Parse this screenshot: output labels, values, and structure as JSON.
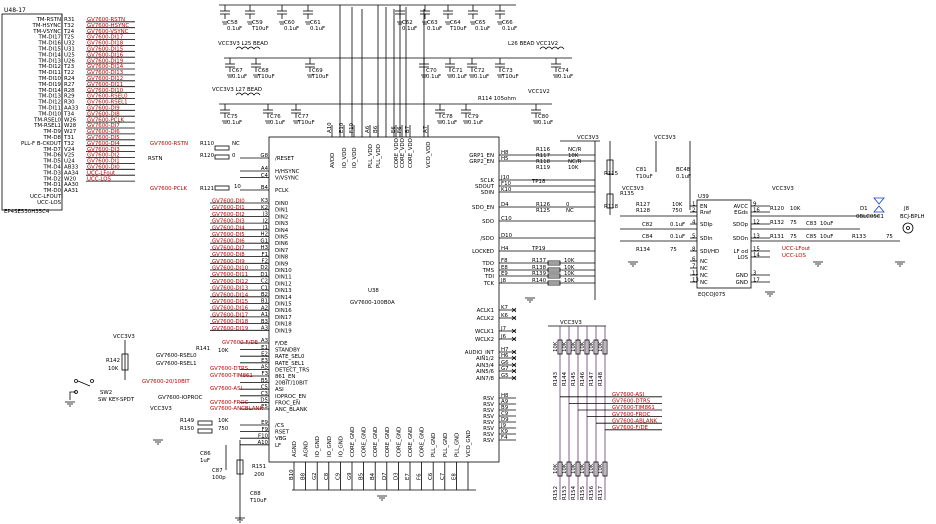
{
  "colors": {
    "wire": "#000000",
    "label_red": "#c00000",
    "net_green": "#4a8a3a",
    "bus_purple": "#6b3a6b",
    "diode_blue": "#1040c0"
  },
  "connector": {
    "name": "U48-17",
    "part": "EP4SE530H35C4",
    "left_pins": [
      "TM-RSTN",
      "TM-HSYNC",
      "TM-VSYNC",
      "TM-DI17",
      "TM-DI16",
      "TM-DI15",
      "TM-DI14",
      "TM-DI13",
      "TM-DI12",
      "TM-DI11",
      "TM-DI10",
      "TM-DI19",
      "TM-DI14",
      "TM-DI13",
      "TM-DI12",
      "TM-DI11",
      "TM-DI10",
      "TM-RSEL0",
      "TM-RSEL1",
      "TM-D9",
      "TM-D8",
      "PLL-F B-CKOUT",
      "TM-D7",
      "TM-D6",
      "TM-D5",
      "TM-D4",
      "TM-D3",
      "TM-D2",
      "TM-D1",
      "TM-D0",
      "UCC-LFOUT",
      "UCC-LOS"
    ],
    "balls": [
      "R31",
      "T32",
      "T24",
      "T25",
      "U32",
      "U31",
      "U25",
      "U26",
      "T23",
      "T22",
      "R24",
      "R27",
      "R28",
      "R29",
      "R30",
      "AA33",
      "T34",
      "W26",
      "W28",
      "W27",
      "T31",
      "T32",
      "V24",
      "V25",
      "U24",
      "AB33",
      "AA34",
      "W20",
      "AA30",
      "AA31"
    ],
    "nets": [
      "GV7600-RSTN",
      "GV7600-HSYNC",
      "GV7600-VSYNC",
      "GV7600-DI17",
      "GV7600-DI18",
      "GV7600-DI15",
      "GV7600-DI16",
      "GV7600-DI19",
      "GV7600-DI14",
      "GV7600-DI13",
      "GV7600-DI12",
      "GV7600-DI11",
      "GV7600-DI10",
      "GV7600-RSEL0",
      "GV7600-RSEL1",
      "GV7600-DI9",
      "GV7600-DI8",
      "GV7600-PCLK",
      "GV7600-DI7",
      "GV7600-DI6",
      "GV7600-DI5",
      "GV7600-DI4",
      "GV7600-DI3",
      "GV7600-DI2",
      "GV7600-DI1",
      "GV7600-DI0",
      "UCC-LFout",
      "UCC-LOS"
    ]
  },
  "caps_top": [
    {
      "ref": "C58",
      "val": "0.1uF"
    },
    {
      "ref": "C59",
      "val": "T10uF"
    },
    {
      "ref": "C60",
      "val": "0.1uF"
    },
    {
      "ref": "C61",
      "val": "0.1uF"
    },
    {
      "ref": "C62",
      "val": "0.1uF"
    },
    {
      "ref": "C63",
      "val": "0.1uF"
    },
    {
      "ref": "C64",
      "val": "T10uF"
    },
    {
      "ref": "C65",
      "val": "0.1uF"
    },
    {
      "ref": "C66",
      "val": "0.1uF"
    }
  ],
  "caps_mid": [
    {
      "ref": "C67",
      "val": "0.1uF"
    },
    {
      "ref": "C68",
      "val": "T10uF"
    },
    {
      "ref": "C69",
      "val": "T10uF"
    },
    {
      "ref": "C70",
      "val": "0.1uF"
    },
    {
      "ref": "C71",
      "val": "0.1uF"
    },
    {
      "ref": "C72",
      "val": "0.1uF"
    },
    {
      "ref": "C73",
      "val": "T10uF"
    },
    {
      "ref": "C74",
      "val": "0.1uF"
    }
  ],
  "caps_low": [
    {
      "ref": "C75",
      "val": "0.1uF"
    },
    {
      "ref": "C76",
      "val": "0.1uF"
    },
    {
      "ref": "C77",
      "val": "T10uF"
    },
    {
      "ref": "C78",
      "val": "0.1uF"
    },
    {
      "ref": "C79",
      "val": "0.1uF"
    },
    {
      "ref": "C80",
      "val": "0.1uF"
    }
  ],
  "beads": [
    "VCC3V3 L25 BEAD",
    "VCC3V3 L27 BEAD",
    "L26 BEAD VCC1V2"
  ],
  "r_105": "R114 105ohm",
  "vcc1v2": "VCC1V2",
  "ic": {
    "ref": "U38",
    "part": "GV7600-100B0A",
    "top_pins": [
      "A10",
      "E10",
      "F10",
      "A6",
      "B6",
      "E6",
      "F6",
      "B7",
      "A7"
    ],
    "top_names": [
      "AVDD",
      "IO_VDD",
      "IO_VDD",
      "PLL_VDD",
      "PLL_VDD",
      "CORE_VDD",
      "CORE_VDD",
      "CORE_VDD",
      "VCO_VDD"
    ],
    "left": [
      {
        "n": "/RESET",
        "p": "G8"
      },
      {
        "n": "H/HSYNC",
        "p": "A4"
      },
      {
        "n": "V/VSYNC",
        "p": "C4"
      },
      {
        "n": "PCLK",
        "p": "B4"
      },
      {
        "n": "DIN0",
        "p": "K3"
      },
      {
        "n": "DIN1",
        "p": "K2"
      },
      {
        "n": "DIN2",
        "p": "J3"
      },
      {
        "n": "DIN3",
        "p": "J2"
      },
      {
        "n": "DIN4",
        "p": "J1"
      },
      {
        "n": "DIN5",
        "p": "H2"
      },
      {
        "n": "DIN6",
        "p": "G1"
      },
      {
        "n": "DIN7",
        "p": "H3"
      },
      {
        "n": "DIN8",
        "p": "F1"
      },
      {
        "n": "DIN9",
        "p": "F2"
      },
      {
        "n": "DIN10",
        "p": "D2"
      },
      {
        "n": "DIN11",
        "p": "D1"
      },
      {
        "n": "DIN12",
        "p": "C2"
      },
      {
        "n": "DIN13",
        "p": "C1"
      },
      {
        "n": "DIN14",
        "p": "B2"
      },
      {
        "n": "DIN15",
        "p": "B1"
      },
      {
        "n": "DIN16",
        "p": "A2"
      },
      {
        "n": "DIN17",
        "p": "A1"
      },
      {
        "n": "DIN18",
        "p": "B3"
      },
      {
        "n": "DIN19",
        "p": "A3"
      },
      {
        "n": "F/DE",
        "p": "A3"
      },
      {
        "n": "STANDBY",
        "p": "E1"
      },
      {
        "n": "RATE_SEL0",
        "p": "E2"
      },
      {
        "n": "RATE_SEL1",
        "p": "E3"
      },
      {
        "n": "DETECT_TRS",
        "p": "A5"
      },
      {
        "n": "861_EN",
        "p": "F3"
      },
      {
        "n": "20BIT/10BIT",
        "p": "B5"
      },
      {
        "n": "ASI",
        "p": "C5"
      },
      {
        "n": "IOPROC_EN",
        "p": "C3"
      },
      {
        "n": "FROC_EN",
        "p": "D5"
      },
      {
        "n": "ANC_BLANK",
        "p": "E5"
      },
      {
        "n": "/CS",
        "p": "E9"
      },
      {
        "n": "RSET",
        "p": "F9"
      },
      {
        "n": "VBG",
        "p": "F10"
      },
      {
        "n": "LF",
        "p": "A10"
      }
    ],
    "right": [
      {
        "n": "GRP1_EN",
        "p": "H8"
      },
      {
        "n": "GRP2_EN",
        "p": "H5"
      },
      {
        "n": "SCLK",
        "p": "J10"
      },
      {
        "n": "SDOUT",
        "p": "F10"
      },
      {
        "n": "SDIN",
        "p": "K10"
      },
      {
        "n": "SDO_EN",
        "p": "D4"
      },
      {
        "n": "SDO",
        "p": "C10"
      },
      {
        "n": "/SDO",
        "p": "D10"
      },
      {
        "n": "LOCKED",
        "p": "H4"
      },
      {
        "n": "TDO",
        "p": "F8"
      },
      {
        "n": "TMS",
        "p": "E8"
      },
      {
        "n": "TDI",
        "p": "E9"
      },
      {
        "n": "TCK",
        "p": "J8"
      },
      {
        "n": "ACLK1",
        "p": "K7"
      },
      {
        "n": "ACLK2",
        "p": "K6"
      },
      {
        "n": "WCLK1",
        "p": "J7"
      },
      {
        "n": "WCLK2",
        "p": "J6"
      },
      {
        "n": "AUDIO_INT",
        "p": "H7"
      },
      {
        "n": "AIN1/2",
        "p": "H6"
      },
      {
        "n": "AIN3/4",
        "p": "G6"
      },
      {
        "n": "AIN5/6",
        "p": "G7"
      },
      {
        "n": "AIN7/8",
        "p": "G5"
      },
      {
        "n": "RSV",
        "p": "H8"
      },
      {
        "n": "RSV",
        "p": "A9"
      },
      {
        "n": "RSV",
        "p": "B9"
      },
      {
        "n": "RSV",
        "p": "C9"
      },
      {
        "n": "RSV",
        "p": "D9"
      },
      {
        "n": "RSV",
        "p": "J9"
      },
      {
        "n": "RSV",
        "p": "K9"
      },
      {
        "n": "RSV",
        "p": "F4"
      }
    ],
    "bottom_names": [
      "AGND",
      "AGND",
      "IO_GND",
      "IO_GND",
      "IO_GND",
      "CORE_GND",
      "CORE_GND",
      "CORE_GND",
      "CORE_GND",
      "CORE_GND",
      "CORE_GND",
      "CORE_GND",
      "PLL_GND",
      "PLL_GND",
      "PLL_GND",
      "VCO_GND"
    ],
    "bottom_pins": [
      "B10",
      "B8",
      "G2",
      "C8",
      "C9",
      "G9",
      "B5",
      "B4",
      "D7",
      "D3",
      "E7",
      "F6",
      "C6",
      "C7",
      "E8"
    ]
  },
  "left_parts": {
    "r110": {
      "ref": "R110",
      "val": "NC",
      "net": "GV7600-RSTN"
    },
    "r120": {
      "ref": "R120",
      "val": "0",
      "net": "RSTN"
    },
    "r121": {
      "ref": "R121",
      "val": "10",
      "net": "GV7600-PCLK"
    },
    "din_nets": [
      "GV7600-DI0",
      "GV7600-DI1",
      "GV7600-DI2",
      "GV7600-DI3",
      "GV7600-DI4",
      "GV7600-DI5",
      "GV7600-DI6",
      "GV7600-DI7",
      "GV7600-DI8",
      "GV7600-DI9",
      "GV7600-DI10",
      "GV7600-DI11",
      "GV7600-DI12",
      "GV7600-DI13",
      "GV7600-DI14",
      "GV7600-DI15",
      "GV7600-DI16",
      "GV7600-DI17",
      "GV7600-DI18",
      "GV7600-DI19"
    ],
    "fde": "GV7600-F/DE",
    "r141": {
      "ref": "R141",
      "val": "10K"
    },
    "r142": {
      "ref": "R142",
      "val": "10K"
    },
    "rsel0": "GV7600-RSEL0",
    "rsel1": "GV7600-RSEL1",
    "dtrs": "GV7600-DTRS",
    "timing": "GV7600-TIM861",
    "bit20": "GV7600-20/10BIT",
    "asi": "GV7600-ASI",
    "ioproc": "GV7600-IOPROC",
    "froc": "GV7600-FROC",
    "anc": "GV7600-ANCBLANK",
    "vcc3v3": "VCC3V3",
    "sw": "SW2",
    "sw_type": "SW KEY-SPDT",
    "r149": {
      "ref": "R149",
      "val": "10K"
    },
    "r150": {
      "ref": "R150",
      "val": "750"
    },
    "c86": {
      "ref": "C86",
      "val": "1uF"
    },
    "c87": {
      "ref": "C87",
      "val": "100p"
    },
    "r151": {
      "ref": "R151",
      "val": "200"
    },
    "c88": {
      "ref": "C88",
      "val": "T10uF"
    }
  },
  "right_parts": {
    "vcc3v3": "VCC3V3",
    "r116": {
      "ref": "R116",
      "val": "NC/R"
    },
    "r117": {
      "ref": "R117",
      "val": "10K"
    },
    "r118": {
      "ref": "R118",
      "val": "NC/R"
    },
    "r119": {
      "ref": "R119",
      "val": "10K"
    },
    "r115": {
      "ref": "R115",
      "val": "NC"
    },
    "tp18": "TP18",
    "r126": {
      "ref": "R126",
      "val": "0"
    },
    "r125": {
      "ref": "R125",
      "val": "NC"
    },
    "r118b": {
      "ref": "R118",
      "val": "10K"
    },
    "tp19": "TP19",
    "jtag": [
      {
        "ref": "R137",
        "val": "10K"
      },
      {
        "ref": "R138",
        "val": "10K"
      },
      {
        "ref": "R139",
        "val": "10K"
      },
      {
        "ref": "R140",
        "val": "10K"
      }
    ],
    "c81": {
      "ref": "C81",
      "val": "T10uF"
    },
    "bc48": {
      "ref": "BC48",
      "val": "0.1uF"
    },
    "r127": {
      "ref": "R127",
      "val": "10K"
    },
    "r128": {
      "ref": "R128",
      "val": "750"
    },
    "r135": {
      "ref": "R135",
      "val": "75"
    },
    "c82": {
      "ref": "C82",
      "val": "0.1uF"
    },
    "c84": {
      "ref": "C84",
      "val": "0.1uF"
    },
    "r134": {
      "ref": "R134",
      "val": "75"
    },
    "u39": {
      "ref": "U39",
      "part": "EQCOJ075",
      "left": [
        "EN",
        "Rref",
        "SDIp",
        "SDIn",
        "SDI/HD",
        "NC",
        "NC",
        "NC",
        "NC"
      ],
      "right": [
        "AVCC",
        "EGds",
        "SDOp",
        "SDOn",
        "LF od",
        "LOS",
        "GND",
        "GND"
      ],
      "lpins": [
        "1",
        "2",
        "4",
        "5",
        "8",
        "6",
        "7",
        "11",
        "13"
      ],
      "rpins": [
        "9",
        "16",
        "12",
        "13",
        "15",
        "14",
        "3",
        "17"
      ]
    },
    "r120b": {
      "ref": "R120",
      "val": "10K"
    },
    "c83": {
      "ref": "C83",
      "val": "10uF"
    },
    "r132": {
      "ref": "R132",
      "val": "75"
    },
    "r131": {
      "ref": "R131",
      "val": "75"
    },
    "c85": {
      "ref": "C85",
      "val": "10uF"
    },
    "r133": {
      "ref": "R133",
      "val": "75"
    },
    "d1": {
      "ref": "D1",
      "part": "0BLC05C1"
    },
    "j8": {
      "ref": "J8",
      "part": "BCJ-BPLH"
    },
    "ucc_lfout": "UCC-LFout",
    "ucc_los": "UCC-LOS"
  },
  "pullup_bank": {
    "vcc": "VCC3V3",
    "refs": [
      "R143",
      "R144",
      "R145",
      "R146",
      "R147",
      "R148"
    ],
    "refs2": [
      "R152",
      "R153",
      "R154",
      "R155",
      "R156",
      "R157"
    ],
    "val": "10K",
    "nets": [
      "GV7600-ASI",
      "GV7600-DTRS",
      "GV7600-TIM861",
      "GV7600-FROC",
      "GV7600-ABLANK",
      "GV7600-F/DE"
    ]
  }
}
